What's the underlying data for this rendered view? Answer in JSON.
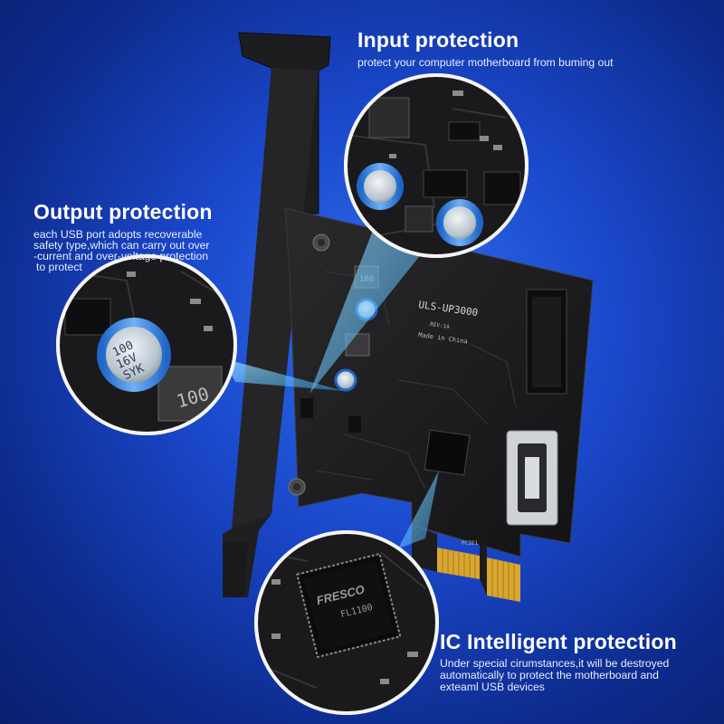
{
  "captions": {
    "input_title": "Input protection",
    "input_desc": "protect your computer motherboard from buming out",
    "output_title": "Output protection",
    "output_desc_1": "each USB port adopts recoverable",
    "output_desc_2": "safety type,which can carry out over",
    "output_desc_3": "-current and over-voltage protection",
    "output_desc_4": "to protect",
    "ic_title": "IC Intelligent protection",
    "ic_desc_1": "Under special cirumstances,it will be destroyed",
    "ic_desc_2": "automatically to protect the motherboard and",
    "ic_desc_3": "exteaml USB devices"
  },
  "board": {
    "model": "ULS-UP3000",
    "revision": "REV:1A",
    "origin": "Made in China",
    "slot_label": "PCIE1"
  },
  "components": {
    "inductor_marking": "100",
    "capacitor_value": "100",
    "capacitor_voltage": "16V",
    "capacitor_series": "SYK",
    "chip_brand": "FRESCO",
    "chip_part": "FL1100"
  },
  "colors": {
    "background": "#1a47c9",
    "pcb": "#1c1c1e",
    "bracket": "#222222",
    "gold_contacts": "#d9a630",
    "callout_beam": "#6fd0ff"
  }
}
